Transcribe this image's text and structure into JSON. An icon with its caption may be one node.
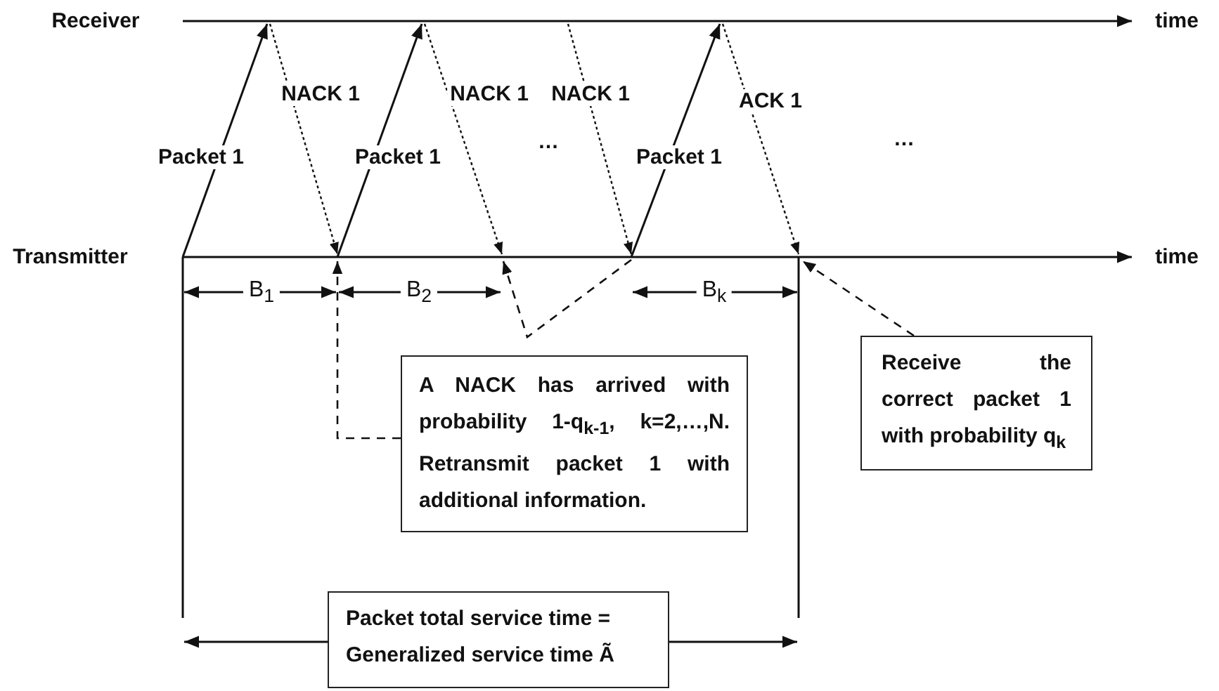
{
  "diagram": {
    "nodes": [
      {
        "text": [
          "A NACK has arrived with probability 1-q$_{k-1}$, k=2,…,N. Retransmit packet 1 with additional information."
        ]
      },
      {
        "text": [
          "Receive the correct packet 1 with probability q$_{k}$"
        ]
      },
      {
        "text": [
          "Packet total service time = Generalized service time Ã"
        ]
      }
    ],
    "edges": [
      {
        "from": 0,
        "to": null,
        "arrow": "to",
        "style": "dashed"
      },
      {
        "from": 1,
        "to": null,
        "arrow": "to",
        "style": "dashed"
      }
    ],
    "labels": [
      "Receiver",
      "time",
      "NACK 1",
      "NACK 1",
      "NACK 1",
      "ACK 1",
      "Packet 1",
      "Packet 1",
      "…",
      "Packet 1",
      "…",
      "Transmitter",
      "time",
      "B$_{1}$",
      "B$_{2}$",
      "B$_{k}$"
    ]
  }
}
